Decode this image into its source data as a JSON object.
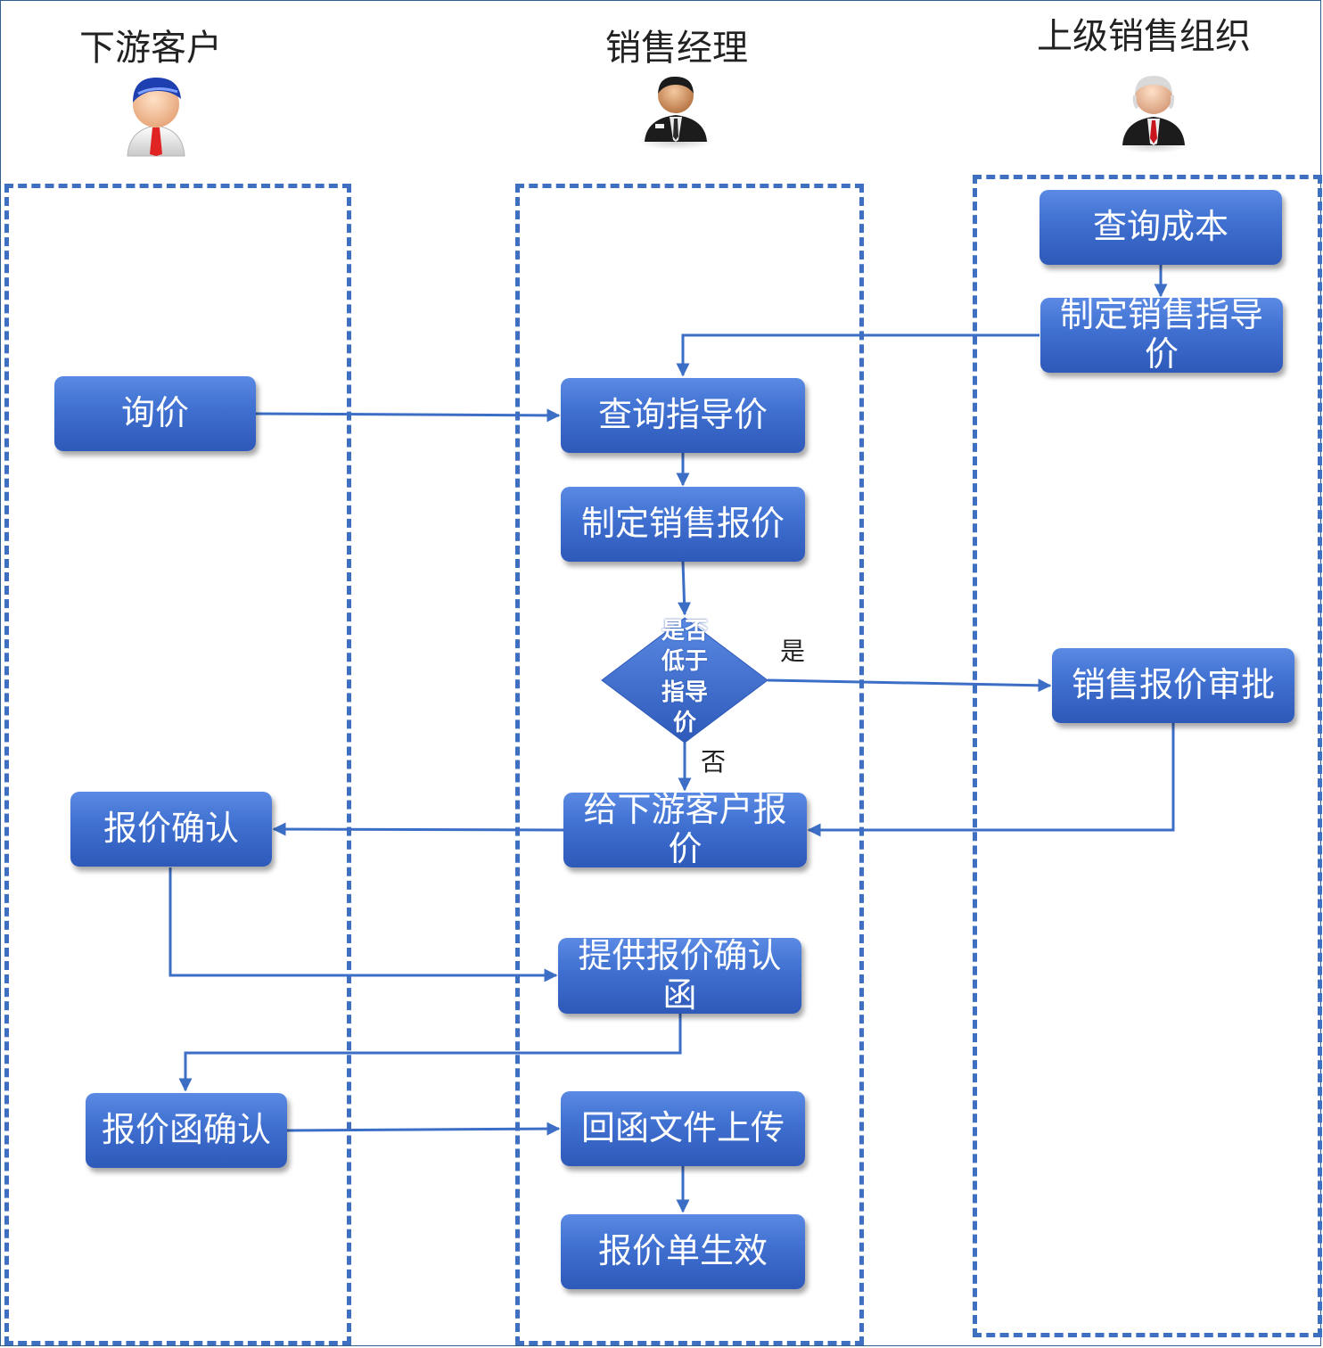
{
  "lanes": {
    "customer": "下游客户",
    "manager": "销售经理",
    "superior": "上级销售组织"
  },
  "nodes": {
    "query_cost": "查询成本",
    "set_guide_price": "制定销售指导价",
    "inquiry": "询价",
    "query_guide_price": "查询指导价",
    "make_quote": "制定销售报价",
    "decision": "是否低于指导价",
    "quote_approval": "销售报价审批",
    "quote_to_customer": "给下游客户报价",
    "quote_confirm": "报价确认",
    "provide_letter": "提供报价确认函",
    "letter_confirm": "报价函确认",
    "upload_reply": "回函文件上传",
    "quote_effective": "报价单生效"
  },
  "edge_labels": {
    "yes": "是",
    "no": "否"
  },
  "colors": {
    "box": "#3f6fd0",
    "lane_border": "#3f6fc1",
    "connector": "#3d6ec6"
  },
  "icons": [
    "customer-avatar-icon",
    "manager-avatar-icon",
    "superior-avatar-icon"
  ]
}
